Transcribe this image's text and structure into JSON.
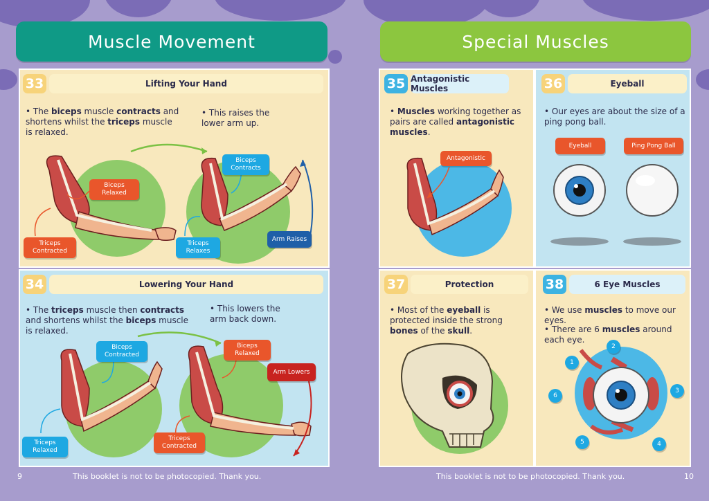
{
  "left_page": {
    "header": "Muscle Movement",
    "panels": {
      "p33": {
        "number": "33",
        "title": "Lifting Your Hand",
        "bullet1": [
          "• The ",
          "biceps",
          " muscle ",
          "contracts",
          " and shortens whilst the ",
          "triceps",
          " muscle is relaxed."
        ],
        "bullet2": "• This raises the lower arm up.",
        "labels": {
          "biceps_relaxed": "Biceps Relaxed",
          "triceps_contracted": "Triceps Contracted",
          "biceps_contracts": "Biceps Contracts",
          "triceps_relaxes": "Triceps Relaxes",
          "arm_raises": "Arm Raises"
        }
      },
      "p34": {
        "number": "34",
        "title": "Lowering Your Hand",
        "bullet1": [
          "• The ",
          "triceps",
          " muscle then ",
          "contracts",
          " and shortens whilst the ",
          "biceps",
          " muscle is relaxed."
        ],
        "bullet2": "• This lowers the arm back down.",
        "labels": {
          "biceps_contracted": "Biceps Contracted",
          "triceps_relaxed": "Triceps Relaxed",
          "biceps_relaxed": "Biceps Relaxed",
          "arm_lowers": "Arm Lowers",
          "triceps_contracted": "Triceps Contracted"
        }
      }
    },
    "page_number": "9",
    "footer": "This booklet is not to be photocopied. Thank you."
  },
  "right_page": {
    "header": "Special Muscles",
    "panels": {
      "p35": {
        "number": "35",
        "title": "Antagonistic Muscles",
        "bullet1": [
          "• ",
          "Muscles",
          " working together as pairs are called ",
          "antagonistic muscles",
          "."
        ],
        "labels": {
          "antagonistic": "Antagonistic"
        }
      },
      "p36": {
        "number": "36",
        "title": "Eyeball",
        "bullet1": "• Our eyes are about the size of a ping pong ball.",
        "labels": {
          "eyeball": "Eyeball",
          "ping_pong_ball": "Ping Pong Ball"
        }
      },
      "p37": {
        "number": "37",
        "title": "Protection",
        "bullet1": [
          "• Most of the ",
          "eyeball",
          " is protected inside the strong ",
          "bones",
          " of the ",
          "skull",
          "."
        ]
      },
      "p38": {
        "number": "38",
        "title": "6 Eye Muscles",
        "bullet1": [
          "• We use ",
          "muscles",
          " to move our eyes."
        ],
        "bullet2": [
          "• There are 6 ",
          "muscles",
          " around each eye."
        ],
        "markers": [
          "1",
          "2",
          "3",
          "4",
          "5",
          "6"
        ]
      }
    },
    "page_number": "10",
    "footer": "This booklet is not to be photocopied. Thank you."
  },
  "colors": {
    "left_header": "#0f9a86",
    "right_header": "#8cc63f",
    "background": "#a79ccd",
    "orange_label": "#e9562b",
    "blue_label": "#1ea8e2"
  }
}
